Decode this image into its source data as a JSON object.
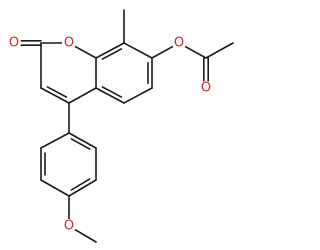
{
  "molecule": {
    "atom_labels": {
      "lactone_ring_oxygen": "O",
      "carbonyl_oxygen": "O",
      "ester_oxygen": "O",
      "acetyl_carbonyl_oxygen": "O",
      "methoxy_oxygen": "O"
    },
    "colors": {
      "bond": "#1a1a1a",
      "oxygen": "#e02020",
      "background": "#ffffff"
    }
  }
}
